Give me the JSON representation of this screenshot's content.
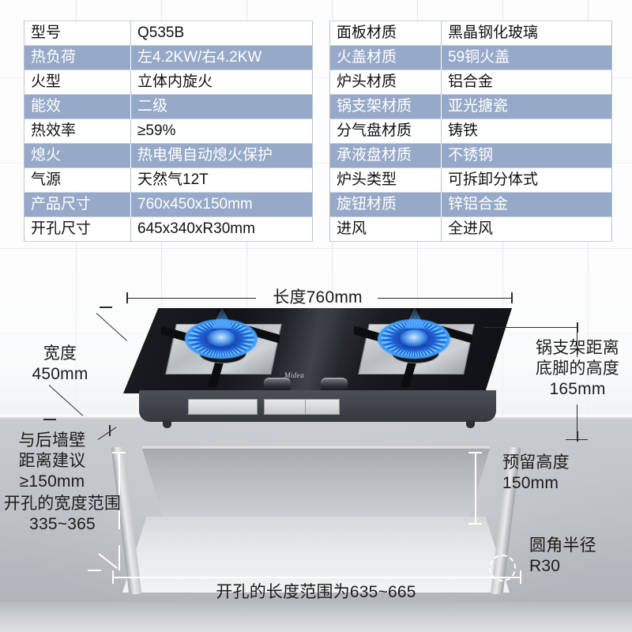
{
  "tables": {
    "left": {
      "rows": [
        {
          "key": "型号",
          "value": "Q535B",
          "highlight": false
        },
        {
          "key": "热负荷",
          "value": "左4.2KW/右4.2KW",
          "highlight": true
        },
        {
          "key": "火型",
          "value": "立体内旋火",
          "highlight": false
        },
        {
          "key": "能效",
          "value": "二级",
          "highlight": true
        },
        {
          "key": "热效率",
          "value": "≥59%",
          "highlight": false
        },
        {
          "key": "熄火",
          "value": "热电偶自动熄火保护",
          "highlight": true
        },
        {
          "key": "气源",
          "value": "天然气12T",
          "highlight": false
        },
        {
          "key": "产品尺寸",
          "value": "760x450x150mm",
          "highlight": true
        },
        {
          "key": "开孔尺寸",
          "value": "645x340xR30mm",
          "highlight": false
        }
      ]
    },
    "right": {
      "rows": [
        {
          "key": "面板材质",
          "value": "黑晶钢化玻璃",
          "highlight": false
        },
        {
          "key": "火盖材质",
          "value": "59铜火盖",
          "highlight": true
        },
        {
          "key": "炉头材质",
          "value": "铝合金",
          "highlight": false
        },
        {
          "key": "锅支架材质",
          "value": "亚光搪瓷",
          "highlight": true
        },
        {
          "key": "分气盘材质",
          "value": "铸铁",
          "highlight": false
        },
        {
          "key": "承液盘材质",
          "value": "不锈钢",
          "highlight": true
        },
        {
          "key": "炉头类型",
          "value": "可拆卸分体式",
          "highlight": false
        },
        {
          "key": "旋钮材质",
          "value": "锌铝合金",
          "highlight": true
        },
        {
          "key": "进风",
          "value": "全进风",
          "highlight": false
        }
      ]
    }
  },
  "product": {
    "brand": "Midea"
  },
  "annotations": {
    "length": "长度760mm",
    "width": "宽度\n450mm",
    "grate_height": "锅支架距离\n底脚的高度\n165mm",
    "wall_distance": "与后墙壁\n距离建议\n≥150mm",
    "cutout_width_range": "开孔的宽度范围\n335~365",
    "reserved_height": "预留高度\n150mm",
    "corner_radius": "圆角半径\nR30",
    "cutout_length_range": "开孔的长度范围为635~665"
  },
  "colors": {
    "table_highlight": "#97a9c8",
    "table_border": "#b7c2d4",
    "flame_blue": "#1f6fe0",
    "panel_black": "#121418"
  }
}
